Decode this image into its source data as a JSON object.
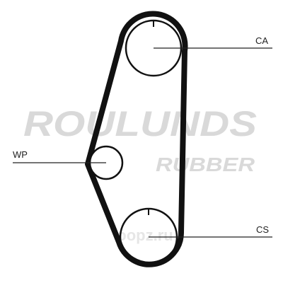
{
  "labels": {
    "camshaft": "CA",
    "water_pump": "WP",
    "crankshaft": "CS"
  },
  "watermark": {
    "line1": "ROULUNDS",
    "line2": "RUBBER",
    "site": "oopz.ru"
  },
  "colors": {
    "belt": "#111111",
    "pulley": "#111111",
    "leader_line": "#222222",
    "watermark": "#d9d9d9",
    "site_watermark": "#e6e6e6",
    "background": "#ffffff"
  }
}
